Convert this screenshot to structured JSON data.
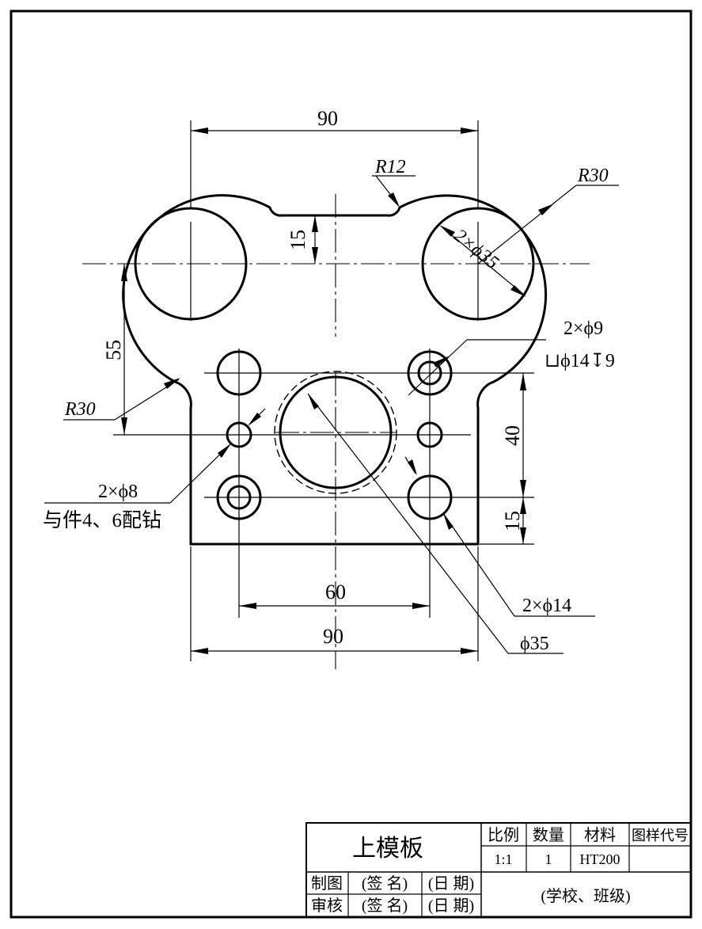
{
  "drawing": {
    "dims": {
      "top_width": "90",
      "bottom_width": "90",
      "hole_spacing": "60",
      "slot_depth": "15",
      "center_height": "55",
      "row_spacing": "40",
      "bottom_offset": "15"
    },
    "callouts": {
      "r12": "R12",
      "r30_top": "R30",
      "r30_left": "R30",
      "big_holes": "2×ϕ35",
      "small_holes_9": "2×ϕ9",
      "counterbore": "⊔ϕ14↧9",
      "pin_holes": "2×ϕ8",
      "pin_note": "与件4、6配钻",
      "holes_14": "2×ϕ14",
      "center_hole": "ϕ35"
    }
  },
  "title_block": {
    "part_name": "上模板",
    "headers": {
      "scale": "比例",
      "quantity": "数量",
      "material": "材料",
      "drawing_no": "图样代号"
    },
    "values": {
      "scale": "1:1",
      "quantity": "1",
      "material": "HT200",
      "drawing_no": ""
    },
    "drawn_by_label": "制图",
    "checked_by_label": "审核",
    "signature": "(签 名)",
    "date": "(日 期)",
    "school": "(学校、班级)"
  }
}
